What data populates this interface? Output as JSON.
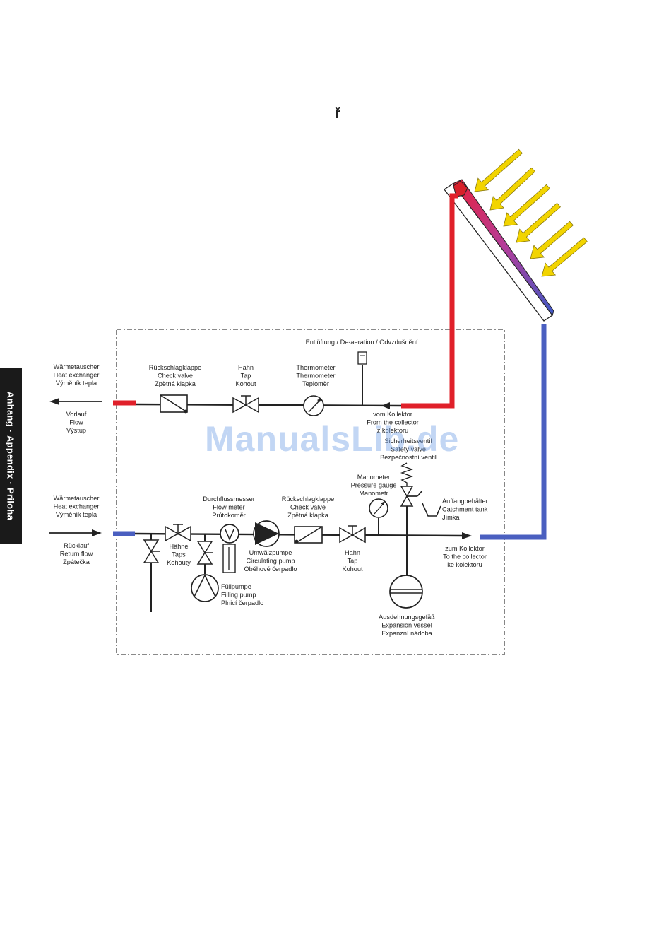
{
  "page": {
    "heading": "ř",
    "side_tab": "Anhang · Appendix · Priloha",
    "watermark": "ManualsLib.de"
  },
  "labels": {
    "deaeration": "Entlüftung / De-aeration / Odvzdušnění",
    "hx_top": [
      "Wärmetauscher",
      "Heat exchanger",
      "Výměník tepla"
    ],
    "flow": [
      "Vorlauf",
      "Flow",
      "Výstup"
    ],
    "check_valve_top": [
      "Rückschlagklappe",
      "Check valve",
      "Zpětná klapka"
    ],
    "tap_top": [
      "Hahn",
      "Tap",
      "Kohout"
    ],
    "thermometer": [
      "Thermometer",
      "Thermometer",
      "Teploměr"
    ],
    "from_collector": [
      "vom Kollektor",
      "From the collector",
      "z kolektoru"
    ],
    "safety_valve": [
      "Sicherheitsventil",
      "Safety valve",
      "Bezpečnostní ventil"
    ],
    "manometer": [
      "Manometer",
      "Pressure gauge",
      "Manometr"
    ],
    "catchment": [
      "Auffangbehälter",
      "Catchment tank",
      "Jímka"
    ],
    "hx_bottom": [
      "Wärmetauscher",
      "Heat exchanger",
      "Výměník tepla"
    ],
    "return_flow": [
      "Rücklauf",
      "Return flow",
      "Zpátečka"
    ],
    "flow_meter": [
      "Durchflussmesser",
      "Flow meter",
      "Průtokoměr"
    ],
    "check_valve_bottom": [
      "Rückschlagklappe",
      "Check valve",
      "Zpětná klapka"
    ],
    "taps": [
      "Hähne",
      "Taps",
      "Kohouty"
    ],
    "circulating_pump": [
      "Umwälzpumpe",
      "Circulating pump",
      "Oběhové čerpadlo"
    ],
    "tap_bottom": [
      "Hahn",
      "Tap",
      "Kohout"
    ],
    "to_collector": [
      "zum Kollektor",
      "To the collector",
      "ke kolektoru"
    ],
    "filling_pump": [
      "Füllpumpe",
      "Filling pump",
      "Plnicí čerpadlo"
    ],
    "expansion_vessel": [
      "Ausdehnungsgefäß",
      "Expansion vessel",
      "Expanzní nádoba"
    ]
  },
  "colors": {
    "hot_pipe": "#e0202a",
    "cold_pipe": "#4a5fc0",
    "sun_arrow": "#f2d400",
    "sun_arrow_outline": "#8a7a10"
  }
}
